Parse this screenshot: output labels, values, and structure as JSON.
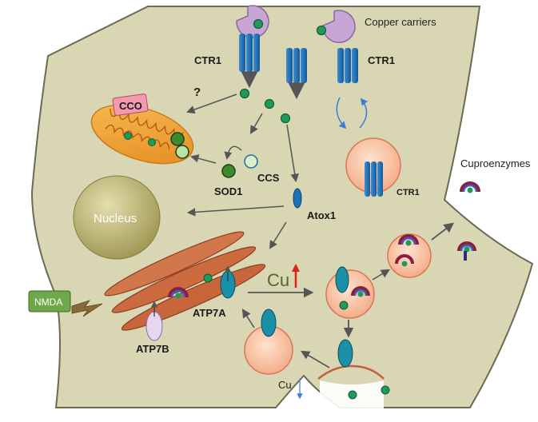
{
  "labels": {
    "copper_carriers": "Copper carriers",
    "ctr1_left": "CTR1",
    "ctr1_right": "CTR1",
    "ctr1_vesicle": "CTR1",
    "question": "?",
    "cco": "CCO",
    "sod1": "SOD1",
    "ccs": "CCS",
    "nucleus": "Nucleus",
    "atox1": "Atox1",
    "cuproenzymes": "Cuproenzymes",
    "nmda": "NMDA",
    "cu_up": "Cu",
    "atp7a": "ATP7A",
    "atp7b": "ATP7B",
    "cu_down": "Cu"
  },
  "colors": {
    "cell_fill": "#d9d6b4",
    "cell_stroke": "#6b6a55",
    "copper_green": "#1f9a5a",
    "transporter_blue": "#1e73b8",
    "carrier_purple": "#c7a6d6",
    "mito_orange": "#f2a33a",
    "golgi_rust": "#c96a45",
    "vesicle_peach": "#f6c3a3",
    "atp7a_teal": "#1a8fa8",
    "atp7b_lilac": "#e6d6ee",
    "nmda_green": "#6ea84a",
    "cu_up_green": "#4d6b2e",
    "arrow_red": "#e0201c",
    "arrow_blue": "#3a7fd1"
  }
}
